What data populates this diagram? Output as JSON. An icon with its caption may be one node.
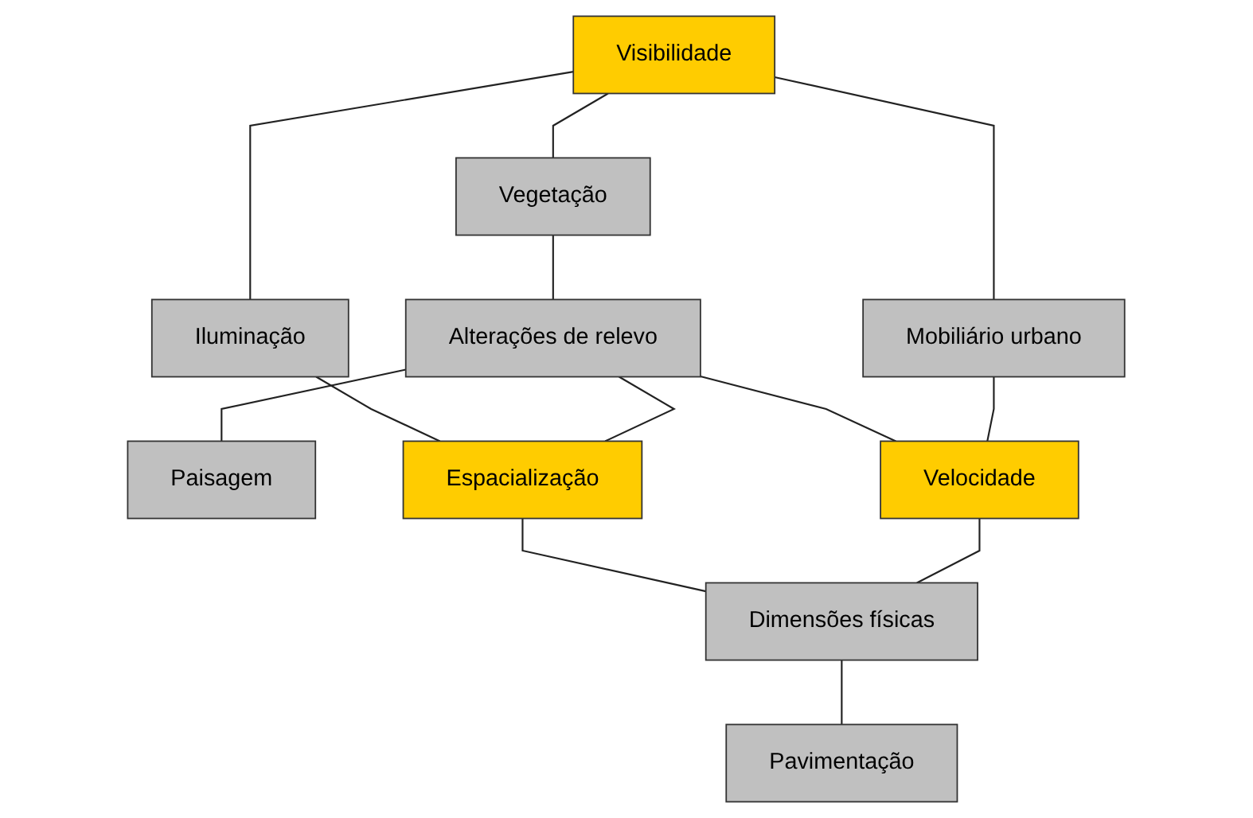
{
  "diagram": {
    "nodes": [
      {
        "text": [
          "Visibilidade"
        ]
      },
      {
        "text": [
          "Iluminação"
        ]
      },
      {
        "text": [
          "Vegetação"
        ]
      },
      {
        "text": [
          "Mobiliário urbano"
        ]
      },
      {
        "text": [
          "Alterações de relevo"
        ]
      },
      {
        "text": [
          "Paisagem"
        ]
      },
      {
        "text": [
          "Espacialização"
        ]
      },
      {
        "text": [
          "Velocidade"
        ]
      },
      {
        "text": [
          "Dimensões físicas"
        ]
      },
      {
        "text": [
          "Pavimentação"
        ]
      }
    ],
    "edges": [
      {
        "from": 0,
        "to": 1,
        "arrow": "none"
      },
      {
        "from": 0,
        "to": 2,
        "arrow": "none"
      },
      {
        "from": 0,
        "to": 3,
        "arrow": "none"
      },
      {
        "from": 2,
        "to": 4,
        "arrow": "none"
      },
      {
        "from": 4,
        "to": 5,
        "arrow": "none"
      },
      {
        "from": 1,
        "to": 6,
        "arrow": "none"
      },
      {
        "from": 4,
        "to": 6,
        "arrow": "none"
      },
      {
        "from": 4,
        "to": 7,
        "arrow": "none"
      },
      {
        "from": 3,
        "to": 7,
        "arrow": "none"
      },
      {
        "from": 6,
        "to": 8,
        "arrow": "none"
      },
      {
        "from": 7,
        "to": 8,
        "arrow": "none"
      },
      {
        "from": 8,
        "to": 9,
        "arrow": "none"
      }
    ]
  }
}
